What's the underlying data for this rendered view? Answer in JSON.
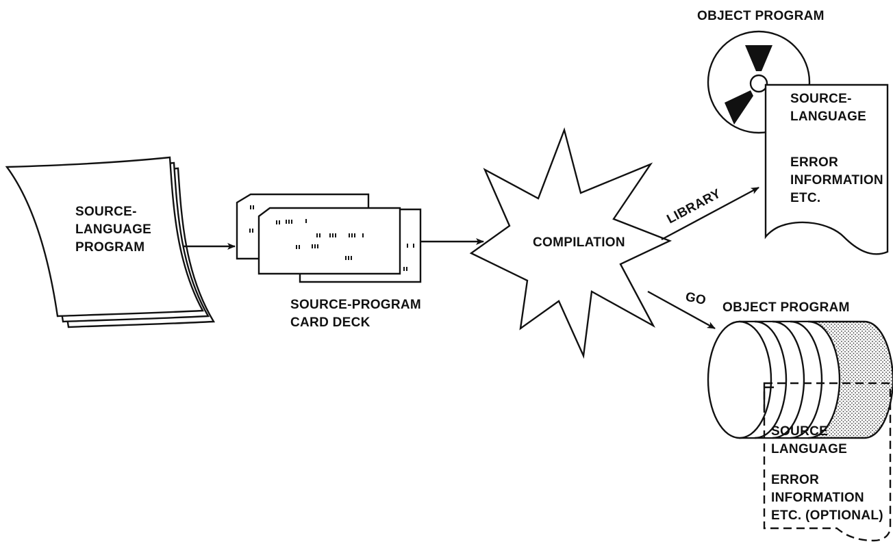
{
  "nodes": {
    "source_program": {
      "label_lines": [
        "SOURCE-",
        "LANGUAGE",
        "PROGRAM"
      ]
    },
    "card_deck": {
      "caption_lines": [
        "SOURCE-PROGRAM",
        "CARD DECK"
      ]
    },
    "compilation": {
      "label": "COMPILATION"
    },
    "library_output": {
      "title": "OBJECT PROGRAM",
      "listing_lines": [
        "SOURCE-",
        "LANGUAGE",
        "ERROR",
        "INFORMATION",
        "ETC."
      ]
    },
    "go_output": {
      "title": "OBJECT PROGRAM",
      "listing_lines": [
        "SOURCE",
        "LANGUAGE",
        "ERROR",
        "INFORMATION",
        "ETC. (OPTIONAL)"
      ]
    }
  },
  "edges": {
    "library": {
      "label": "LIBRARY"
    },
    "go": {
      "label": "GO"
    }
  },
  "colors": {
    "ink": "#111111",
    "paper": "#ffffff"
  }
}
